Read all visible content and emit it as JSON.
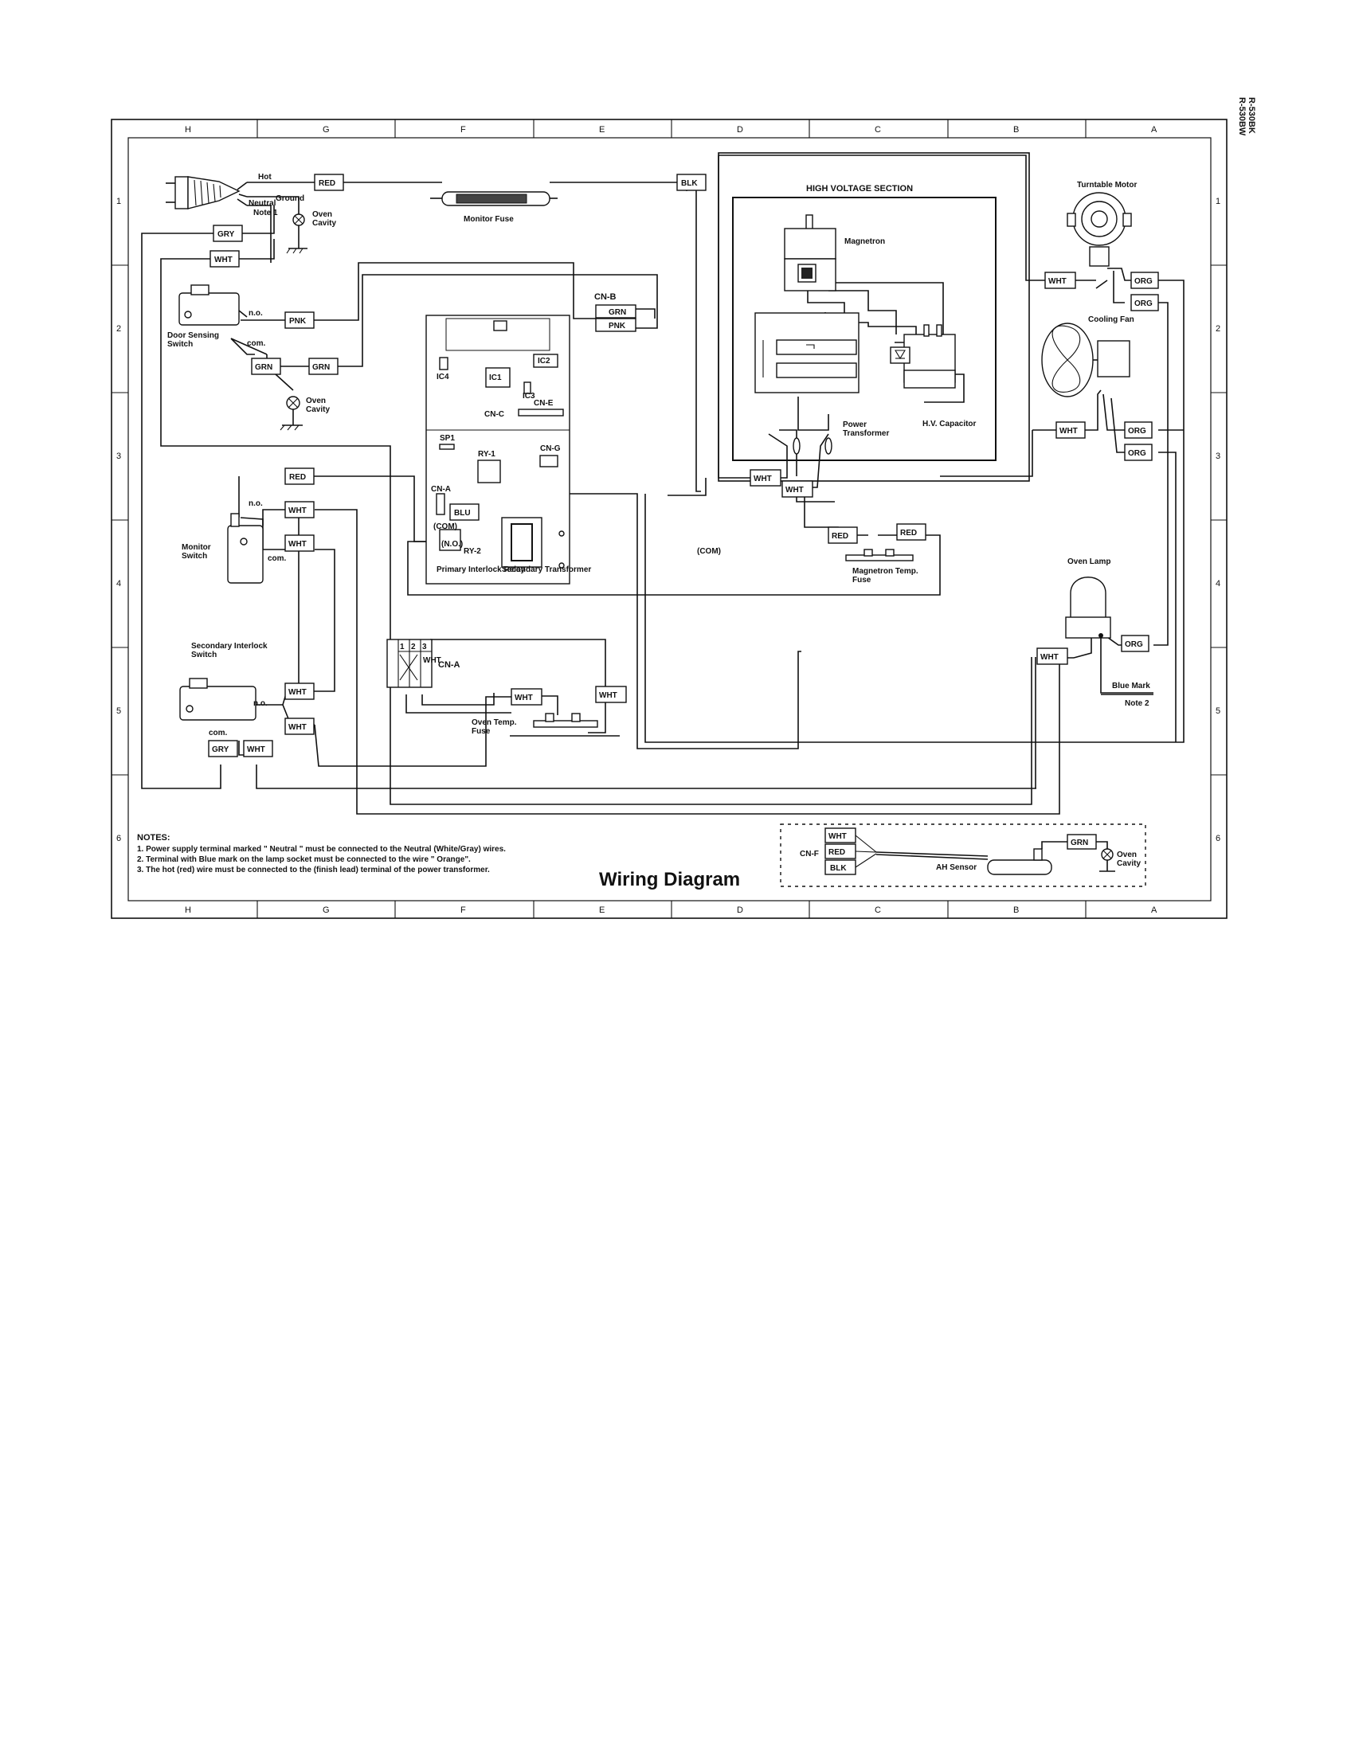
{
  "model_numbers": [
    "R-530BK",
    "R-530BW"
  ],
  "title": "Wiring Diagram",
  "grid_letters": [
    "H",
    "G",
    "F",
    "E",
    "D",
    "C",
    "B",
    "A"
  ],
  "grid_numbers": [
    "1",
    "2",
    "3",
    "4",
    "5",
    "6"
  ],
  "notes": {
    "heading": "NOTES:",
    "items": [
      "1. Power supply terminal marked \" Neutral \" must be connected to the Neutral (White/Gray) wires.",
      "2. Terminal with Blue mark on the lamp socket must be connected to the wire \" Orange\".",
      "3. The hot (red) wire must be connected to the (finish lead) terminal of the power transformer."
    ]
  },
  "components": {
    "plug_hot": "Hot",
    "plug_ground": "Ground",
    "plug_neutral": "Neutral",
    "plug_note": "Note 1",
    "oven_cavity_top": "Oven Cavity",
    "monitor_fuse": "Monitor Fuse",
    "high_voltage_section": "HIGH VOLTAGE SECTION",
    "magnetron": "Magnetron",
    "power_transformer": "Power Transformer",
    "hv_capacitor": "H.V. Capacitor",
    "turntable_motor": "Turntable Motor",
    "cooling_fan": "Cooling Fan",
    "door_sensing_switch": "Door Sensing Switch",
    "oven_cavity_mid": "Oven Cavity",
    "monitor_switch": "Monitor Switch",
    "secondary_interlock_switch": "Secondary Interlock Switch",
    "cn_b": "CN-B",
    "cn_a_board": "CN-A",
    "cn_c": "CN-C",
    "cn_e": "CN-E",
    "cn_g": "CN-G",
    "sp1": "SP1",
    "ry1": "RY-1",
    "ry2": "RY-2",
    "ic1": "IC1",
    "ic2": "IC2",
    "ic3": "IC3",
    "ic4": "IC4",
    "com_board": "(COM)",
    "com_mid": "(COM)",
    "no_board": "(N.O.)",
    "primary_interlock_relay": "Primary Interlock Relay",
    "secondary_transformer": "Secondary Transformer",
    "magnetron_temp_fuse": "Magnetron Temp. Fuse",
    "oven_lamp": "Oven Lamp",
    "blue_mark": "Blue Mark",
    "note_2": "Note 2",
    "cn_a": "CN-A",
    "oven_temp_fuse": "Oven Temp. Fuse",
    "cn_f": "CN-F",
    "ah_sensor": "AH Sensor",
    "oven_cavity_small": "Oven Cavity",
    "no_label": "n.o.",
    "com_label": "com.",
    "cn_a_pins": [
      "1",
      "2",
      "3"
    ],
    "cn_a_wht": "WHT"
  },
  "wire_tags": {
    "red_top": "RED",
    "blk_top": "BLK",
    "gry_top": "GRY",
    "wht_top": "WHT",
    "pnk_door": "PNK",
    "grn_door_a": "GRN",
    "grn_door_b": "GRN",
    "cnb_grn": "GRN",
    "cnb_pnk": "PNK",
    "red_mon": "RED",
    "wht_mon_a": "WHT",
    "wht_mon_b": "WHT",
    "blu_board": "BLU",
    "wht_turn": "WHT",
    "org_turn_a": "ORG",
    "org_turn_b": "ORG",
    "wht_fan": "WHT",
    "org_fan_a": "ORG",
    "org_fan_b": "ORG",
    "wht_hv_a": "WHT",
    "wht_hv_b": "WHT",
    "red_fuse_a": "RED",
    "red_fuse_b": "RED",
    "wht_lamp": "WHT",
    "org_lamp": "ORG",
    "wht_sec_a": "WHT",
    "wht_sec_b": "WHT",
    "gry_sec": "GRY",
    "wht_sec_c": "WHT",
    "wht_otf_a": "WHT",
    "wht_otf_b": "WHT",
    "cnf_wht": "WHT",
    "cnf_red": "RED",
    "cnf_blk": "BLK",
    "grn_sensor": "GRN"
  }
}
